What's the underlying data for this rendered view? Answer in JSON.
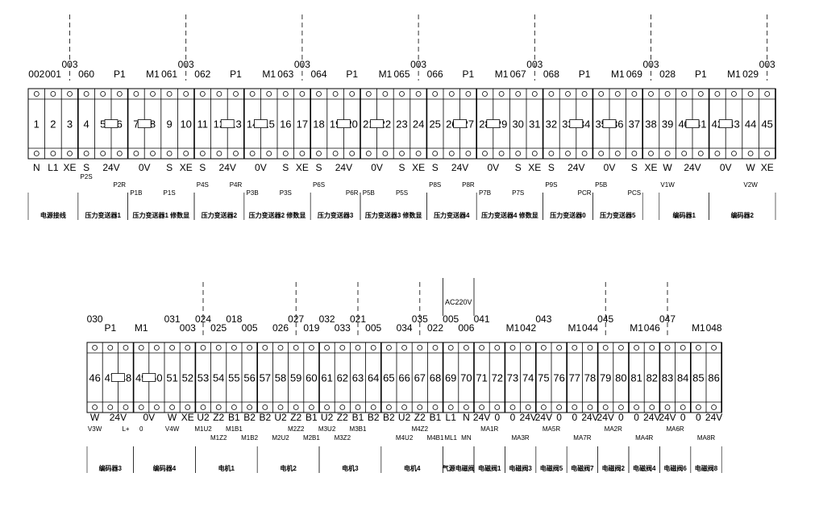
{
  "strips": [
    {
      "terminals": [
        "1",
        "2",
        "3",
        "4",
        "5",
        "6",
        "7",
        "8",
        "9",
        "10",
        "11",
        "12",
        "13",
        "14",
        "15",
        "16",
        "17",
        "18",
        "19",
        "20",
        "21",
        "22",
        "23",
        "24",
        "25",
        "26",
        "27",
        "28",
        "29",
        "30",
        "31",
        "32",
        "33",
        "34",
        "35",
        "36",
        "37",
        "38",
        "39",
        "40",
        "41",
        "42",
        "43",
        "44",
        "45"
      ],
      "top_labels": [
        {
          "text": "002",
          "at": 1
        },
        {
          "text": "001",
          "at": 2
        },
        {
          "text": "003",
          "at": 3,
          "row": "high"
        },
        {
          "text": "060",
          "at": 4
        },
        {
          "text": "P1",
          "at": 6
        },
        {
          "text": "M1",
          "at": 8
        },
        {
          "text": "061",
          "at": 9
        },
        {
          "text": "003",
          "at": 10,
          "row": "high"
        },
        {
          "text": "062",
          "at": 11
        },
        {
          "text": "P1",
          "at": 13
        },
        {
          "text": "M1",
          "at": 15
        },
        {
          "text": "063",
          "at": 16
        },
        {
          "text": "003",
          "at": 17,
          "row": "high"
        },
        {
          "text": "064",
          "at": 18
        },
        {
          "text": "P1",
          "at": 20
        },
        {
          "text": "M1",
          "at": 22
        },
        {
          "text": "065",
          "at": 23
        },
        {
          "text": "003",
          "at": 24,
          "row": "high"
        },
        {
          "text": "066",
          "at": 25
        },
        {
          "text": "P1",
          "at": 27
        },
        {
          "text": "M1",
          "at": 29
        },
        {
          "text": "067",
          "at": 30
        },
        {
          "text": "003",
          "at": 31,
          "row": "high"
        },
        {
          "text": "068",
          "at": 32
        },
        {
          "text": "P1",
          "at": 34
        },
        {
          "text": "M1",
          "at": 36
        },
        {
          "text": "069",
          "at": 37
        },
        {
          "text": "003",
          "at": 38,
          "row": "high"
        },
        {
          "text": "028",
          "at": 39
        },
        {
          "text": "P1",
          "at": 41
        },
        {
          "text": "M1",
          "at": 43
        },
        {
          "text": "029",
          "at": 44
        },
        {
          "text": "003",
          "at": 45,
          "row": "high"
        }
      ],
      "bottom_labels": [
        {
          "text": "N",
          "at": 1
        },
        {
          "text": "L1",
          "at": 2
        },
        {
          "text": "XE",
          "at": 3
        },
        {
          "text": "S",
          "at": 4
        },
        {
          "text": "24V",
          "at": 5.5
        },
        {
          "text": "0V",
          "at": 7.5
        },
        {
          "text": "S",
          "at": 9
        },
        {
          "text": "XE",
          "at": 10
        },
        {
          "text": "S",
          "at": 11
        },
        {
          "text": "24V",
          "at": 12.5
        },
        {
          "text": "0V",
          "at": 14.5
        },
        {
          "text": "S",
          "at": 16
        },
        {
          "text": "XE",
          "at": 17
        },
        {
          "text": "S",
          "at": 18
        },
        {
          "text": "24V",
          "at": 19.5
        },
        {
          "text": "0V",
          "at": 21.5
        },
        {
          "text": "S",
          "at": 23
        },
        {
          "text": "XE",
          "at": 24
        },
        {
          "text": "S",
          "at": 25
        },
        {
          "text": "24V",
          "at": 26.5
        },
        {
          "text": "0V",
          "at": 28.5
        },
        {
          "text": "S",
          "at": 30
        },
        {
          "text": "XE",
          "at": 31
        },
        {
          "text": "S",
          "at": 32
        },
        {
          "text": "24V",
          "at": 33.5
        },
        {
          "text": "0V",
          "at": 35.5
        },
        {
          "text": "S",
          "at": 37
        },
        {
          "text": "XE",
          "at": 38
        },
        {
          "text": "W",
          "at": 39
        },
        {
          "text": "24V",
          "at": 40.5
        },
        {
          "text": "0V",
          "at": 42.5
        },
        {
          "text": "W",
          "at": 44
        },
        {
          "text": "XE",
          "at": 45
        }
      ],
      "wire_labels": [
        {
          "text": "P2S",
          "at": 4,
          "row": 1
        },
        {
          "text": "P2R",
          "at": 6,
          "row": 2
        },
        {
          "text": "P1B",
          "at": 7,
          "row": 3
        },
        {
          "text": "P1S",
          "at": 9,
          "row": 3
        },
        {
          "text": "P4S",
          "at": 11,
          "row": 2
        },
        {
          "text": "P4R",
          "at": 13,
          "row": 2
        },
        {
          "text": "P3B",
          "at": 14,
          "row": 3
        },
        {
          "text": "P3S",
          "at": 16,
          "row": 3
        },
        {
          "text": "P6S",
          "at": 18,
          "row": 2
        },
        {
          "text": "P6R",
          "at": 20,
          "row": 3
        },
        {
          "text": "P5B",
          "at": 21,
          "row": 3
        },
        {
          "text": "P5S",
          "at": 23,
          "row": 3
        },
        {
          "text": "P8S",
          "at": 25,
          "row": 2
        },
        {
          "text": "P8R",
          "at": 27,
          "row": 2
        },
        {
          "text": "P7B",
          "at": 28,
          "row": 3
        },
        {
          "text": "P7S",
          "at": 30,
          "row": 3
        },
        {
          "text": "P9S",
          "at": 32,
          "row": 2
        },
        {
          "text": "PCR",
          "at": 34,
          "row": 3
        },
        {
          "text": "P5B",
          "at": 35,
          "row": 2
        },
        {
          "text": "PCS",
          "at": 37,
          "row": 3
        },
        {
          "text": "V1W",
          "at": 39,
          "row": 2
        },
        {
          "text": "V2W",
          "at": 44,
          "row": 2
        }
      ],
      "groups": [
        {
          "text": "电源接线",
          "from": 1,
          "to": 3
        },
        {
          "text": "压力变送器1",
          "from": 4,
          "to": 6
        },
        {
          "text": "压力变送器1 修数显",
          "from": 7,
          "to": 10
        },
        {
          "text": "压力变送器2",
          "from": 11,
          "to": 13
        },
        {
          "text": "压力变送器2 修数显",
          "from": 14,
          "to": 17
        },
        {
          "text": "压力变送器3",
          "from": 18,
          "to": 20
        },
        {
          "text": "压力变送器3 修数显",
          "from": 21,
          "to": 24
        },
        {
          "text": "压力变送器4",
          "from": 25,
          "to": 27
        },
        {
          "text": "压力变送器4 修数显",
          "from": 28,
          "to": 31
        },
        {
          "text": "压力变送器0",
          "from": 32,
          "to": 34
        },
        {
          "text": "压力变送器5",
          "from": 35,
          "to": 37
        },
        {
          "text": "编码器1",
          "from": 39,
          "to": 41
        },
        {
          "text": "编码器2",
          "from": 42,
          "to": 45
        }
      ]
    },
    {
      "terminals": [
        "46",
        "47",
        "48",
        "49",
        "50",
        "51",
        "52",
        "53",
        "54",
        "55",
        "56",
        "57",
        "58",
        "59",
        "60",
        "61",
        "62",
        "63",
        "64",
        "65",
        "66",
        "67",
        "68",
        "69",
        "70",
        "71",
        "72",
        "73",
        "74",
        "75",
        "76",
        "77",
        "78",
        "79",
        "80",
        "81",
        "82",
        "83",
        "84",
        "85",
        "86"
      ],
      "top_labels": [
        {
          "text": "030",
          "at": 46,
          "row": "high"
        },
        {
          "text": "P1",
          "at": 47
        },
        {
          "text": "M1",
          "at": 49
        },
        {
          "text": "031",
          "at": 51,
          "row": "high"
        },
        {
          "text": "003",
          "at": 52
        },
        {
          "text": "024",
          "at": 53,
          "row": "high"
        },
        {
          "text": "025",
          "at": 54
        },
        {
          "text": "018",
          "at": 55,
          "row": "high"
        },
        {
          "text": "005",
          "at": 56
        },
        {
          "text": "026",
          "at": 58
        },
        {
          "text": "027",
          "at": 59,
          "row": "high"
        },
        {
          "text": "019",
          "at": 60
        },
        {
          "text": "032",
          "at": 61,
          "row": "high"
        },
        {
          "text": "033",
          "at": 62
        },
        {
          "text": "021",
          "at": 63,
          "row": "high"
        },
        {
          "text": "005",
          "at": 64
        },
        {
          "text": "034",
          "at": 66
        },
        {
          "text": "035",
          "at": 67,
          "row": "high"
        },
        {
          "text": "022",
          "at": 68
        },
        {
          "text": "005",
          "at": 69,
          "row": "high"
        },
        {
          "text": "006",
          "at": 70
        },
        {
          "text": "041",
          "at": 71,
          "row": "high"
        },
        {
          "text": "M1",
          "at": 73
        },
        {
          "text": "042",
          "at": 74
        },
        {
          "text": "043",
          "at": 75,
          "row": "high"
        },
        {
          "text": "M1",
          "at": 77
        },
        {
          "text": "044",
          "at": 78
        },
        {
          "text": "045",
          "at": 79,
          "row": "high"
        },
        {
          "text": "M1",
          "at": 81
        },
        {
          "text": "046",
          "at": 82
        },
        {
          "text": "047",
          "at": 83,
          "row": "high"
        },
        {
          "text": "M1",
          "at": 85
        },
        {
          "text": "048",
          "at": 86
        }
      ],
      "bottom_labels": [
        {
          "text": "W",
          "at": 46
        },
        {
          "text": "24V",
          "at": 47.5
        },
        {
          "text": "0V",
          "at": 49.5
        },
        {
          "text": "W",
          "at": 51
        },
        {
          "text": "XE",
          "at": 52
        },
        {
          "text": "U2",
          "at": 53
        },
        {
          "text": "Z2",
          "at": 54
        },
        {
          "text": "B1",
          "at": 55
        },
        {
          "text": "B2",
          "at": 56
        },
        {
          "text": "B2",
          "at": 57
        },
        {
          "text": "U2",
          "at": 58
        },
        {
          "text": "Z2",
          "at": 59
        },
        {
          "text": "B1",
          "at": 60
        },
        {
          "text": "U2",
          "at": 61
        },
        {
          "text": "Z2",
          "at": 62
        },
        {
          "text": "B1",
          "at": 63
        },
        {
          "text": "B2",
          "at": 64
        },
        {
          "text": "B2",
          "at": 65
        },
        {
          "text": "U2",
          "at": 66
        },
        {
          "text": "Z2",
          "at": 67
        },
        {
          "text": "B1",
          "at": 68
        },
        {
          "text": "L1",
          "at": 69
        },
        {
          "text": "N",
          "at": 70
        },
        {
          "text": "24V",
          "at": 71
        },
        {
          "text": "0",
          "at": 72
        },
        {
          "text": "0",
          "at": 73
        },
        {
          "text": "24V",
          "at": 74
        },
        {
          "text": "24V",
          "at": 75
        },
        {
          "text": "0",
          "at": 76
        },
        {
          "text": "0",
          "at": 77
        },
        {
          "text": "24V",
          "at": 78
        },
        {
          "text": "24V",
          "at": 79
        },
        {
          "text": "0",
          "at": 80
        },
        {
          "text": "0",
          "at": 81
        },
        {
          "text": "24V",
          "at": 82
        },
        {
          "text": "24V",
          "at": 83
        },
        {
          "text": "0",
          "at": 84
        },
        {
          "text": "0",
          "at": 85
        },
        {
          "text": "24V",
          "at": 86
        }
      ],
      "wire_labels": [
        {
          "text": "V3W",
          "at": 46,
          "row": 1
        },
        {
          "text": "L+",
          "at": 48,
          "row": 1
        },
        {
          "text": "0",
          "at": 49,
          "row": 1
        },
        {
          "text": "V4W",
          "at": 51,
          "row": 1
        },
        {
          "text": "M1U2",
          "at": 53,
          "row": 1
        },
        {
          "text": "M1B1",
          "at": 55,
          "row": 1
        },
        {
          "text": "M1Z2",
          "at": 54,
          "row": 2
        },
        {
          "text": "M1B2",
          "at": 56,
          "row": 2
        },
        {
          "text": "M2Z2",
          "at": 59,
          "row": 1
        },
        {
          "text": "M2U2",
          "at": 58,
          "row": 2
        },
        {
          "text": "M2B1",
          "at": 60,
          "row": 2
        },
        {
          "text": "M3U2",
          "at": 61,
          "row": 1
        },
        {
          "text": "M3B1",
          "at": 63,
          "row": 1
        },
        {
          "text": "M3Z2",
          "at": 62,
          "row": 2
        },
        {
          "text": "M4Z2",
          "at": 67,
          "row": 1
        },
        {
          "text": "M4U2",
          "at": 66,
          "row": 2
        },
        {
          "text": "M4B1",
          "at": 68,
          "row": 2
        },
        {
          "text": "ML1",
          "at": 69,
          "row": 2
        },
        {
          "text": "MN",
          "at": 70,
          "row": 2
        },
        {
          "text": "MA1R",
          "at": 71.5,
          "row": 1
        },
        {
          "text": "MA3R",
          "at": 73.5,
          "row": 2
        },
        {
          "text": "MA5R",
          "at": 75.5,
          "row": 1
        },
        {
          "text": "MA7R",
          "at": 77.5,
          "row": 2
        },
        {
          "text": "MA2R",
          "at": 79.5,
          "row": 1
        },
        {
          "text": "MA4R",
          "at": 81.5,
          "row": 2
        },
        {
          "text": "MA6R",
          "at": 83.5,
          "row": 1
        },
        {
          "text": "MA8R",
          "at": 85.5,
          "row": 2
        }
      ],
      "groups": [
        {
          "text": "编码器3",
          "from": 46,
          "to": 48
        },
        {
          "text": "编码器4",
          "from": 49,
          "to": 52
        },
        {
          "text": "电机1",
          "from": 53,
          "to": 56
        },
        {
          "text": "电机2",
          "from": 57,
          "to": 60
        },
        {
          "text": "电机3",
          "from": 61,
          "to": 64
        },
        {
          "text": "电机4",
          "from": 65,
          "to": 68
        },
        {
          "text": "气源电磁阀",
          "from": 69,
          "to": 70
        },
        {
          "text": "电磁阀1",
          "from": 71,
          "to": 72
        },
        {
          "text": "电磁阀3",
          "from": 73,
          "to": 74
        },
        {
          "text": "电磁阀5",
          "from": 75,
          "to": 76
        },
        {
          "text": "电磁阀7",
          "from": 77,
          "to": 78
        },
        {
          "text": "电磁阀2",
          "from": 79,
          "to": 80
        },
        {
          "text": "电磁阀4",
          "from": 81,
          "to": 82
        },
        {
          "text": "电磁阀6",
          "from": 83,
          "to": 84
        },
        {
          "text": "电磁阀8",
          "from": 85,
          "to": 86
        }
      ],
      "callout": {
        "text": "AC220V",
        "from": 69,
        "to": 70
      }
    }
  ]
}
